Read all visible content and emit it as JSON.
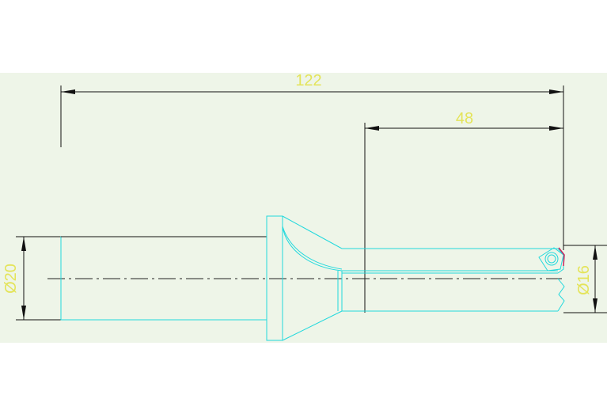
{
  "drawing": {
    "dimensions": {
      "overall_length": "122",
      "flute_length": "48",
      "shank_diameter": "Ø20",
      "body_diameter": "Ø16"
    },
    "colors": {
      "background": "#ffffff",
      "sheet": "#eef5e8",
      "dimension_line": "#111111",
      "dimension_text": "#e4e45a",
      "outline": "#23d9dd",
      "insert_accent": "#c8245a",
      "centerline": "#222222"
    }
  }
}
